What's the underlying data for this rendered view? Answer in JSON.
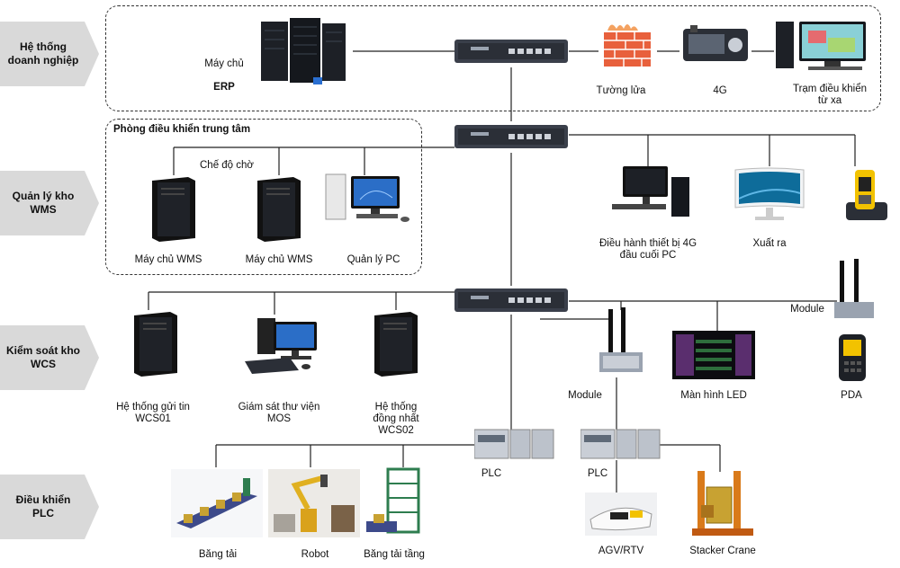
{
  "lanes": [
    {
      "label": "Hệ thống\ndoanh nghiệp"
    },
    {
      "label": "Quản lý kho\nWMS"
    },
    {
      "label": "Kiểm soát kho\nWCS"
    },
    {
      "label": "Điều khiển\nPLC"
    }
  ],
  "zones": {
    "control_room": "Phòng điều khiển trung tâm",
    "standby": "Chế độ chờ"
  },
  "nodes": {
    "erp_server_line1": "Máy chủ",
    "erp_server_line2": "ERP",
    "firewall": "Tường lửa",
    "cellular": "4G",
    "remote_station": "Trạm điều khiển\ntừ xa",
    "wms_server_1": "Máy chủ WMS",
    "wms_server_2": "Máy chủ WMS",
    "pc_manager": "Quản lý PC",
    "terminal_4g": "Điều hành thiết bị 4G\nđầu cuối PC",
    "output": "Xuất ra",
    "module_right": "Module",
    "wcs01": "Hệ thống gửi tin\nWCS01",
    "mos": "Giám sát thư viện\nMOS",
    "wcs02": "Hệ thống\nđồng nhất\nWCS02",
    "module_mid": "Module",
    "led": "Màn hình LED",
    "pda": "PDA",
    "plc_1": "PLC",
    "plc_2": "PLC",
    "conveyor": "Băng tải",
    "robot": "Robot",
    "lift_conveyor": "Băng tải tầng",
    "agv": "AGV/RTV",
    "stacker": "Stacker Crane"
  },
  "colors": {
    "lane_fill": "#d9d9d9",
    "wire": "#222222",
    "switch": "#3a3f4a",
    "firewall": "#e8603c",
    "plc": "#c9ced6"
  }
}
